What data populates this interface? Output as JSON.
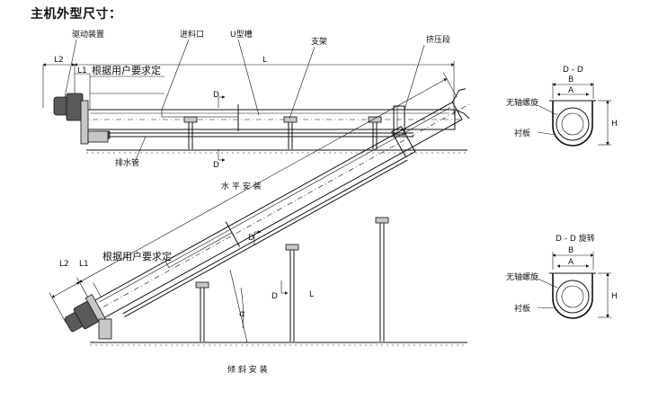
{
  "heading": "主机外型尺寸：",
  "horizontal": {
    "labels": {
      "drive": "驱动装置",
      "inlet": "进料口",
      "u_trough": "U型槽",
      "support": "支架",
      "press_section": "挤压段",
      "drain": "排水管",
      "user_defined": "根据用户要求定",
      "L": "L",
      "L1": "L1",
      "L2": "L2",
      "D": "D"
    },
    "caption": "水 平 安 装"
  },
  "inclined": {
    "labels": {
      "user_defined": "根据用户要求定",
      "L": "L",
      "L1": "L1",
      "L2": "L2",
      "D_top": "D",
      "D_bottom": "D",
      "alpha": "α"
    },
    "caption": "倾 斜 安 装"
  },
  "section_top": {
    "title": "D - D",
    "shaftless_spiral": "无轴螺旋",
    "liner": "衬板",
    "B": "B",
    "A": "A",
    "H": "H"
  },
  "section_bottom": {
    "title": "D - D 旋转",
    "shaftless_spiral": "无轴螺旋",
    "liner": "衬板",
    "B": "B",
    "A": "A",
    "H": "H"
  }
}
